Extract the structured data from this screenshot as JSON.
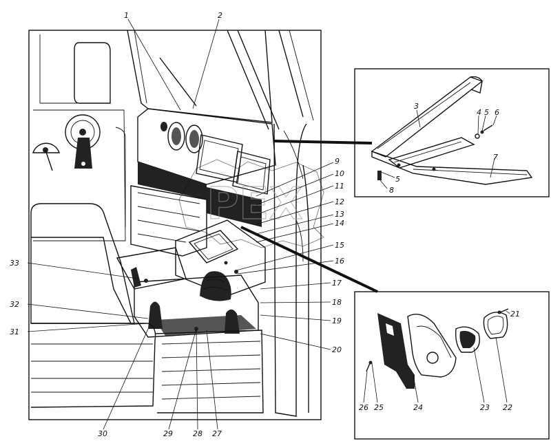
{
  "watermark": {
    "text": "PEX"
  },
  "callouts": [
    {
      "id": "c1",
      "label": "1"
    },
    {
      "id": "c2",
      "label": "2"
    },
    {
      "id": "c3",
      "label": "3"
    },
    {
      "id": "c4",
      "label": "4"
    },
    {
      "id": "c5a",
      "label": "5"
    },
    {
      "id": "c6",
      "label": "6"
    },
    {
      "id": "c5b",
      "label": "5"
    },
    {
      "id": "c7",
      "label": "7"
    },
    {
      "id": "c8",
      "label": "8"
    },
    {
      "id": "c9",
      "label": "9"
    },
    {
      "id": "c10",
      "label": "10"
    },
    {
      "id": "c11",
      "label": "11"
    },
    {
      "id": "c12",
      "label": "12"
    },
    {
      "id": "c13",
      "label": "13"
    },
    {
      "id": "c14",
      "label": "14"
    },
    {
      "id": "c15",
      "label": "15"
    },
    {
      "id": "c16",
      "label": "16"
    },
    {
      "id": "c17",
      "label": "17"
    },
    {
      "id": "c18",
      "label": "18"
    },
    {
      "id": "c19",
      "label": "19"
    },
    {
      "id": "c20",
      "label": "20"
    },
    {
      "id": "c21",
      "label": "21"
    },
    {
      "id": "c22",
      "label": "22"
    },
    {
      "id": "c23",
      "label": "23"
    },
    {
      "id": "c24",
      "label": "24"
    },
    {
      "id": "c25",
      "label": "25"
    },
    {
      "id": "c26",
      "label": "26"
    },
    {
      "id": "c27",
      "label": "27"
    },
    {
      "id": "c28",
      "label": "28"
    },
    {
      "id": "c29",
      "label": "29"
    },
    {
      "id": "c30",
      "label": "30"
    },
    {
      "id": "c31",
      "label": "31"
    },
    {
      "id": "c32",
      "label": "32"
    },
    {
      "id": "c33",
      "label": "33"
    }
  ]
}
